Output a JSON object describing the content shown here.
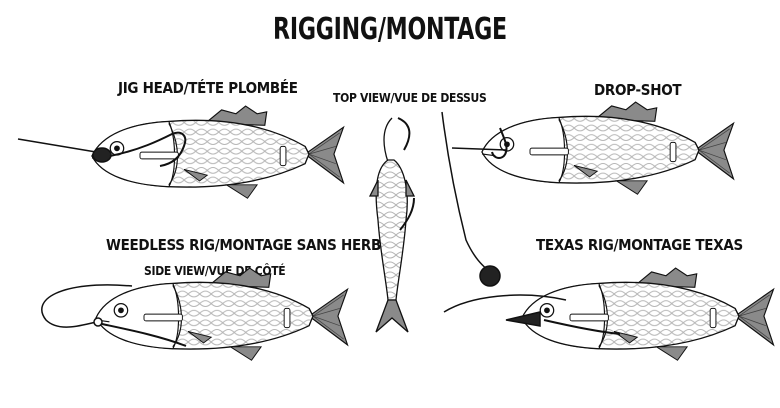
{
  "title": "RIGGING/MONTAGE",
  "labels": {
    "jig_head": "JIG HEAD/TÉTE PLOMBÉE",
    "top_view": "TOP VIEW/VUE DE DESSUS",
    "drop_shot": "DROP-SHOT",
    "weedless": "WEEDLESS RIG/MONTAGE SANS HERBE",
    "side_view": "SIDE VIEW/VUE DE CÔTÉ",
    "texas": "TEXAS RIG/MONTAGE TEXAS"
  },
  "colors": {
    "ink": "#111111",
    "fin": "#8a8a8a",
    "scales": "#bdbdbd",
    "body": "#ffffff"
  }
}
